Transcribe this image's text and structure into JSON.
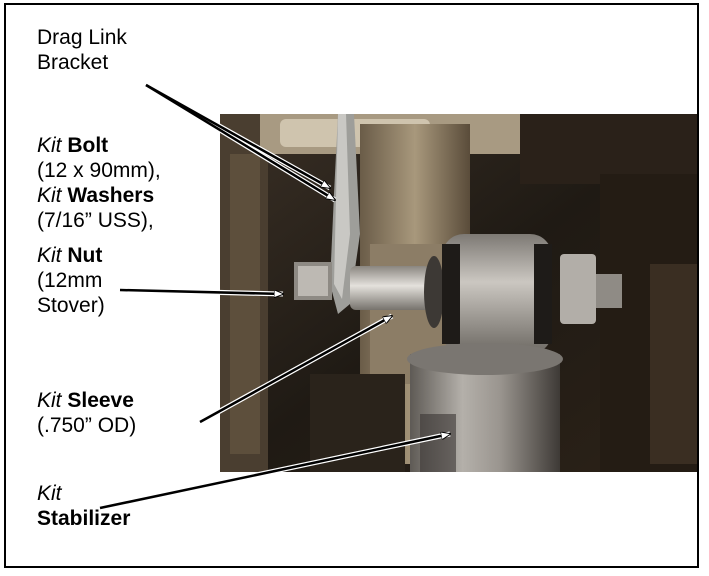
{
  "labels": {
    "drag_link": {
      "line1": "Drag Link",
      "line2": "Bracket"
    },
    "bolt": {
      "kit": "Kit",
      "name": "Bolt",
      "spec": "(12 x 90mm),"
    },
    "washers": {
      "kit": "Kit",
      "name": "Washers",
      "spec": "(7/16” USS),"
    },
    "nut": {
      "kit": "Kit",
      "name": "Nut",
      "spec_line1": "(12mm",
      "spec_line2": "Stover)"
    },
    "sleeve": {
      "kit": "Kit",
      "name": "Sleeve",
      "spec": "(.750” OD)"
    },
    "stabilizer": {
      "kit": "Kit",
      "name": "Stabilizer"
    }
  },
  "colors": {
    "photo_dark": "#1f1a14",
    "metal_light": "#c8c4bd",
    "bushing_gray": "#9c9893",
    "rust_tan": "#7a6a52",
    "arrow": "#000000"
  }
}
